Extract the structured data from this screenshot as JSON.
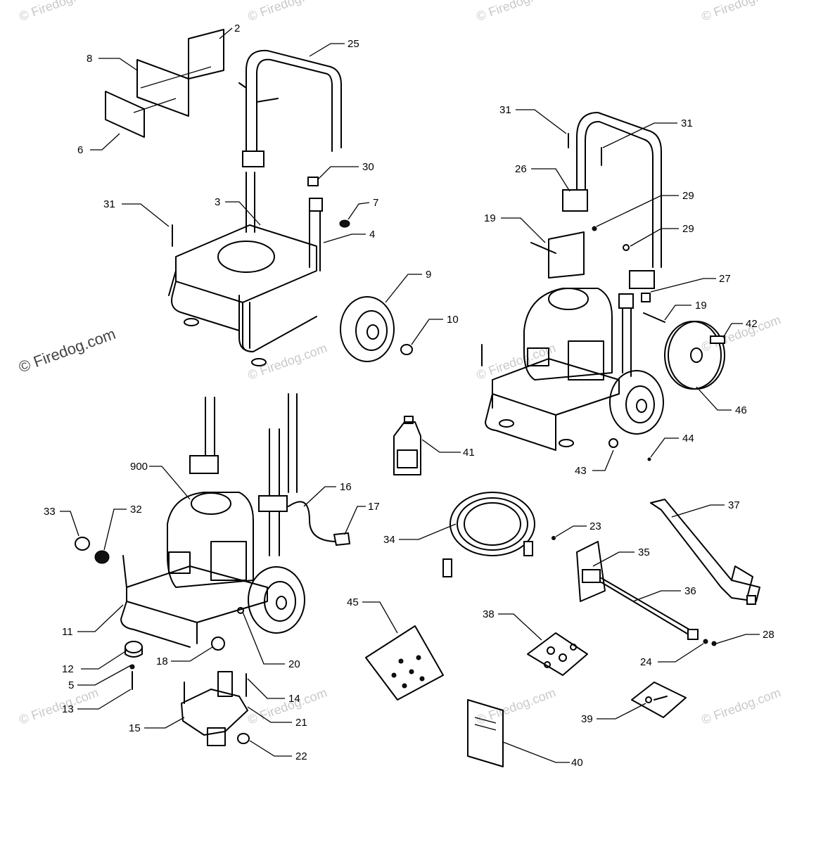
{
  "watermark": {
    "main": "© Firedog.com",
    "repeat": "© Firedog.com"
  },
  "callouts": {
    "c2": "2",
    "c8": "8",
    "c6": "6",
    "c25": "25",
    "c30": "30",
    "c3": "3",
    "c7": "7",
    "c4": "4",
    "c31a": "31",
    "c9": "9",
    "c10": "10",
    "c31b": "31",
    "c31c": "31",
    "c26": "26",
    "c29a": "29",
    "c29b": "29",
    "c19a": "19",
    "c27": "27",
    "c19b": "19",
    "c42": "42",
    "c46": "46",
    "c44": "44",
    "c43": "43",
    "c41": "41",
    "c900": "900",
    "c16": "16",
    "c17": "17",
    "c33": "33",
    "c32": "32",
    "c11": "11",
    "c12": "12",
    "c5": "5",
    "c13": "13",
    "c18": "18",
    "c20": "20",
    "c14": "14",
    "c21": "21",
    "c15": "15",
    "c22": "22",
    "c34": "34",
    "c23": "23",
    "c35": "35",
    "c36": "36",
    "c37": "37",
    "c45": "45",
    "c38": "38",
    "c24": "24",
    "c28": "28",
    "c39": "39",
    "c40": "40"
  }
}
